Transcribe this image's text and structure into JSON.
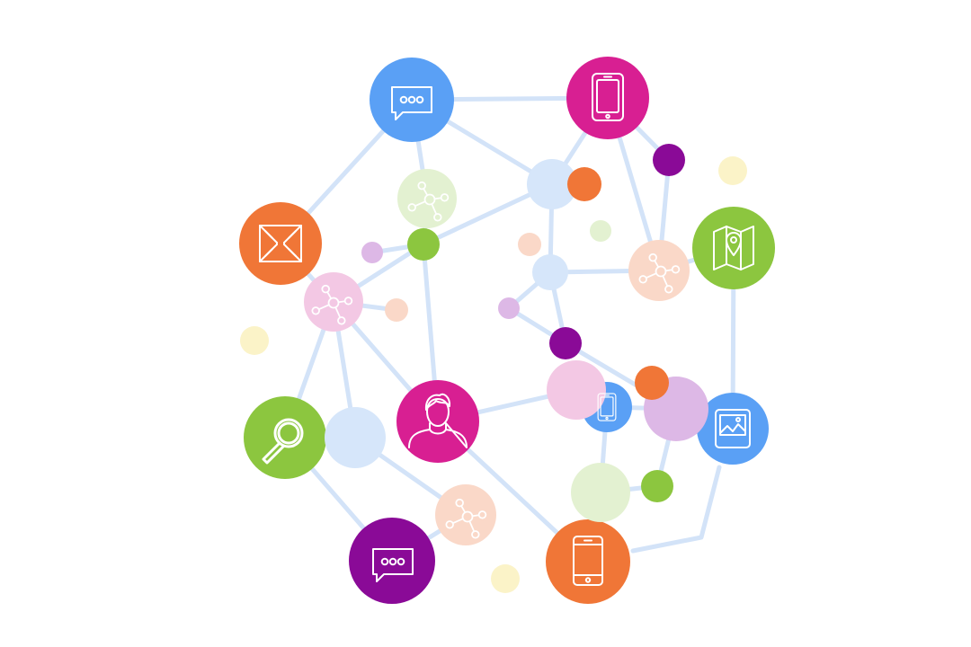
{
  "diagram": {
    "type": "network",
    "colors": {
      "background": "#ffffff",
      "edge": "#d3e3f8",
      "blue": "#5aa0f5",
      "magenta": "#d81f92",
      "orange": "#f07637",
      "green": "#8cc63f",
      "purple": "#8a0a97",
      "lavender": "#ddb8e6",
      "pale_blue": "#d6e6fa",
      "pale_green": "#e3f1d1",
      "pale_pink": "#f3c8e4",
      "pale_peach": "#fad8c8",
      "pale_yellow": "#fbf3c8",
      "icon_stroke": "#ffffff"
    },
    "icon_nodes": [
      {
        "id": "chat-top",
        "icon": "speech-bubble-icon",
        "color": "blue"
      },
      {
        "id": "tablet-top",
        "icon": "tablet-icon",
        "color": "magenta"
      },
      {
        "id": "email",
        "icon": "envelope-icon",
        "color": "orange"
      },
      {
        "id": "map",
        "icon": "map-pin-icon",
        "color": "green"
      },
      {
        "id": "search",
        "icon": "magnifier-icon",
        "color": "green"
      },
      {
        "id": "user",
        "icon": "user-avatar-icon",
        "color": "magenta"
      },
      {
        "id": "phone-small",
        "icon": "tablet-icon",
        "color": "blue"
      },
      {
        "id": "image",
        "icon": "picture-icon",
        "color": "blue"
      },
      {
        "id": "chat-bottom",
        "icon": "speech-bubble-icon",
        "color": "purple"
      },
      {
        "id": "phone-bottom",
        "icon": "smartphone-icon",
        "color": "orange"
      }
    ],
    "hub_nodes": [
      {
        "id": "hub-green",
        "icon": "network-hub-icon",
        "color": "pale_green"
      },
      {
        "id": "hub-pink",
        "icon": "network-hub-icon",
        "color": "pale_pink"
      },
      {
        "id": "hub-peach-right",
        "icon": "network-hub-icon",
        "color": "pale_peach"
      },
      {
        "id": "hub-peach-bottom",
        "icon": "network-hub-icon",
        "color": "pale_peach"
      }
    ]
  }
}
